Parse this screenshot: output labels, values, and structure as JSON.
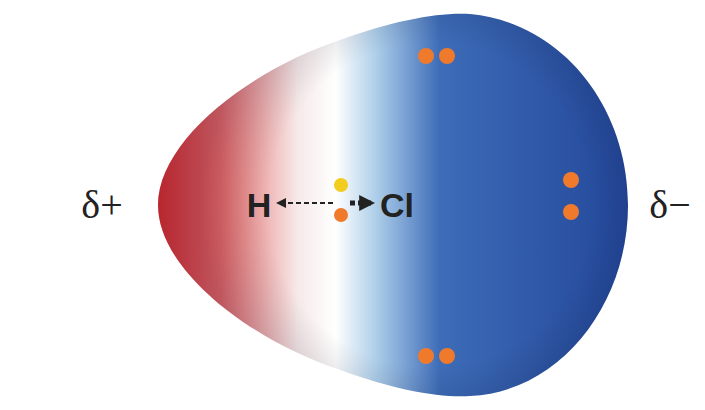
{
  "diagram": {
    "labels": [
      "δ+",
      "H",
      "Cl",
      "δ−"
    ]
  }
}
